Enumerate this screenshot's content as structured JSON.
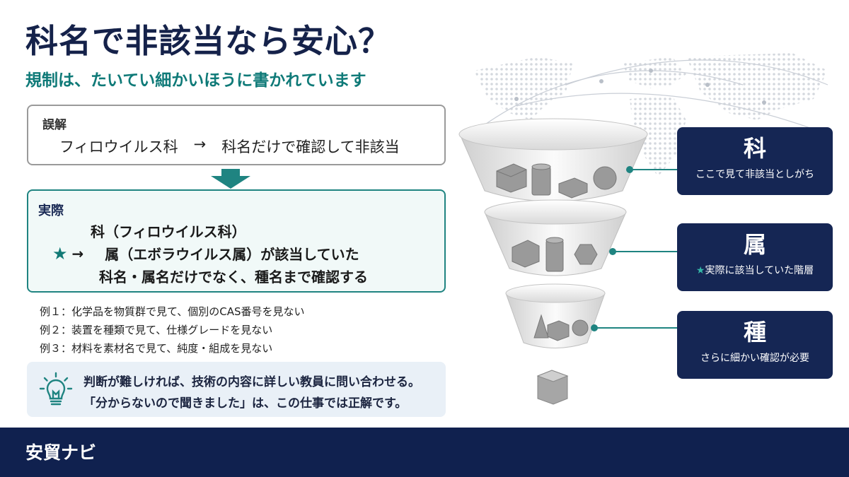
{
  "title": "科名で非該当なら安心？",
  "subtitle": "規制は、たいてい細かいほうに書かれています",
  "misconception": {
    "label": "誤解",
    "left": "フィロウイルス科",
    "arrow": "→",
    "right": "科名だけで確認して非該当"
  },
  "reality": {
    "label": "実際",
    "line1": "科（フィロウイルス科）",
    "line2_star": "★",
    "line2_arrow": "→",
    "line2": "属（エボラウイルス属）が該当していた",
    "line3": "科名・属名だけでなく、種名まで確認する"
  },
  "examples": [
    "例１：化学品を物質群で見て、個別のCAS番号を見ない",
    "例２：装置を種類で見て、仕様グレードを見ない",
    "例３：材料を素材名で見て、純度・組成を見ない"
  ],
  "tip": {
    "line1": "判断が難しければ、技術の内容に詳しい教員に問い合わせる。",
    "line2": "「分からないので聞きました」は、この仕事では正解です。"
  },
  "levels": [
    {
      "title": "科",
      "desc": "ここで見て非該当としがち",
      "star": ""
    },
    {
      "title": "属",
      "desc": "実際に該当していた階層",
      "star": "★"
    },
    {
      "title": "種",
      "desc": "さらに細かい確認が必要",
      "star": ""
    }
  ],
  "footer": {
    "brand": "安貿ナビ"
  },
  "colors": {
    "navy": "#152654",
    "teal": "#1f8481",
    "footer": "#10214f"
  }
}
